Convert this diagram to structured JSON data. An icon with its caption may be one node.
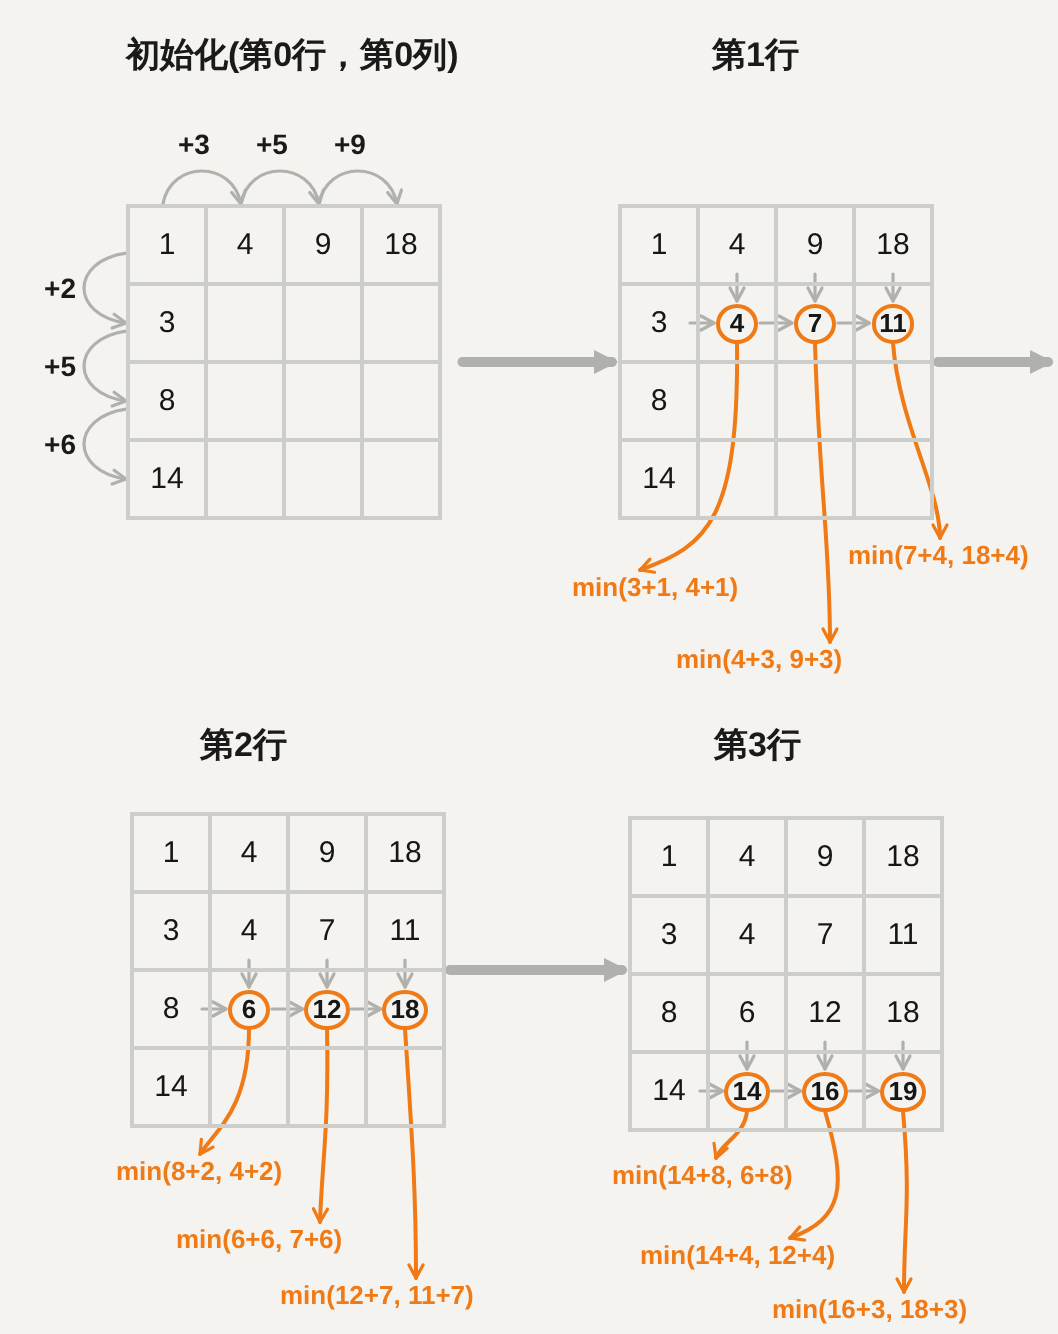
{
  "diagram": {
    "nodes": [
      {
        "text": [
          "初始化(第0行，第0列)"
        ]
      },
      {
        "text": [
          "1"
        ],
        "in": 0
      },
      {
        "text": [
          "4"
        ],
        "in": 0
      },
      {
        "text": [
          "9"
        ],
        "in": 0
      },
      {
        "text": [
          "18"
        ],
        "in": 0
      },
      {
        "text": [
          "3"
        ],
        "in": 0
      },
      {
        "text": [
          "8"
        ],
        "in": 0
      },
      {
        "text": [
          "14"
        ],
        "in": 0
      },
      {
        "text": [
          "第1行"
        ]
      },
      {
        "text": [
          "1"
        ],
        "in": 8
      },
      {
        "text": [
          "4"
        ],
        "in": 8
      },
      {
        "text": [
          "9"
        ],
        "in": 8
      },
      {
        "text": [
          "18"
        ],
        "in": 8
      },
      {
        "text": [
          "3"
        ],
        "in": 8
      },
      {
        "text": [],
        "shape": "box",
        "in": 8
      },
      {
        "text": [
          "4"
        ],
        "in": 14
      },
      {
        "text": [],
        "shape": "box",
        "in": 8
      },
      {
        "text": [
          "7"
        ],
        "in": 16
      },
      {
        "text": [],
        "shape": "box",
        "in": 8
      },
      {
        "text": [
          "11"
        ],
        "in": 18
      },
      {
        "text": [
          "8"
        ],
        "in": 8
      },
      {
        "text": [
          "14"
        ],
        "in": 8
      },
      {
        "text": [
          "min(3+1, 4+1)"
        ]
      },
      {
        "text": [
          "min(4+3, 9+3)"
        ]
      },
      {
        "text": [
          "min(7+4, 18+4)"
        ]
      },
      {
        "text": [
          "第2行"
        ]
      },
      {
        "text": [
          "1"
        ],
        "in": 25
      },
      {
        "text": [
          "4"
        ],
        "in": 25
      },
      {
        "text": [
          "9"
        ],
        "in": 25
      },
      {
        "text": [
          "18"
        ],
        "in": 25
      },
      {
        "text": [
          "3"
        ],
        "in": 25
      },
      {
        "text": [
          "4"
        ],
        "in": 25
      },
      {
        "text": [
          "7"
        ],
        "in": 25
      },
      {
        "text": [
          "11"
        ],
        "in": 25
      },
      {
        "text": [
          "8"
        ],
        "in": 25
      },
      {
        "text": [],
        "shape": "box",
        "in": 25
      },
      {
        "text": [
          "6"
        ],
        "in": 35
      },
      {
        "text": [],
        "shape": "box",
        "in": 25
      },
      {
        "text": [
          "12"
        ],
        "in": 37
      },
      {
        "text": [],
        "shape": "box",
        "in": 25
      },
      {
        "text": [
          "18"
        ],
        "in": 39
      },
      {
        "text": [
          "14"
        ],
        "in": 25
      },
      {
        "text": [
          "min(8+2, 4+2)"
        ]
      },
      {
        "text": [
          "min(6+6, 7+6)"
        ]
      },
      {
        "text": [
          "min(12+7, 11+7)"
        ]
      },
      {
        "text": [
          "第3行"
        ]
      },
      {
        "text": [
          "1"
        ],
        "in": 45
      },
      {
        "text": [
          "4"
        ],
        "in": 45
      },
      {
        "text": [
          "9"
        ],
        "in": 45
      },
      {
        "text": [
          "18"
        ],
        "in": 45
      },
      {
        "text": [
          "3"
        ],
        "in": 45
      },
      {
        "text": [
          "4"
        ],
        "in": 45
      },
      {
        "text": [
          "7"
        ],
        "in": 45
      },
      {
        "text": [
          "11"
        ],
        "in": 45
      },
      {
        "text": [
          "8"
        ],
        "in": 45
      },
      {
        "text": [
          "6"
        ],
        "in": 45
      },
      {
        "text": [
          "12"
        ],
        "in": 45
      },
      {
        "text": [
          "18"
        ],
        "in": 45
      },
      {
        "text": [
          "14"
        ],
        "in": 45
      },
      {
        "text": [],
        "shape": "box",
        "in": 45
      },
      {
        "text": [
          "14"
        ],
        "in": 59
      },
      {
        "text": [],
        "shape": "box",
        "in": 45
      },
      {
        "text": [
          "16"
        ],
        "in": 61
      },
      {
        "text": [],
        "shape": "box",
        "in": 45
      },
      {
        "text": [
          "19"
        ],
        "in": 63
      },
      {
        "text": [
          "min(14+8, 6+8)"
        ]
      },
      {
        "text": [
          "min(14+4, 12+4)"
        ]
      },
      {
        "text": [
          "min(16+3, 18+3)"
        ]
      }
    ],
    "edges": [
      {
        "from": 1,
        "to": 2,
        "arrow": "to",
        "label": "+3"
      },
      {
        "from": 2,
        "to": 3,
        "arrow": "to",
        "label": "+5"
      },
      {
        "from": 3,
        "to": 4,
        "arrow": "to",
        "label": "+9"
      },
      {
        "from": 1,
        "to": 5,
        "arrow": "to",
        "label": "+2"
      },
      {
        "from": 5,
        "to": 6,
        "arrow": "to",
        "label": "+5"
      },
      {
        "from": 6,
        "to": 7,
        "arrow": "to",
        "label": "+6"
      },
      {
        "from": 0,
        "to": 8,
        "arrow": "to",
        "style": "thick"
      },
      {
        "from": 10,
        "to": 15,
        "arrow": "to"
      },
      {
        "from": 11,
        "to": 17,
        "arrow": "to"
      },
      {
        "from": 12,
        "to": 19,
        "arrow": "to"
      },
      {
        "from": 13,
        "to": 15,
        "arrow": "to"
      },
      {
        "from": 15,
        "to": 17,
        "arrow": "to"
      },
      {
        "from": 17,
        "to": 19,
        "arrow": "to"
      },
      {
        "from": 15,
        "to": 22,
        "arrow": "to",
        "color": "#f07a16"
      },
      {
        "from": 17,
        "to": 23,
        "arrow": "to",
        "color": "#f07a16"
      },
      {
        "from": 19,
        "to": 24,
        "arrow": "to",
        "color": "#f07a16"
      },
      {
        "from": 8,
        "to": null,
        "arrow": "to",
        "style": "thick"
      },
      {
        "from": 31,
        "to": 36,
        "arrow": "to"
      },
      {
        "from": 32,
        "to": 38,
        "arrow": "to"
      },
      {
        "from": 33,
        "to": 40,
        "arrow": "to"
      },
      {
        "from": 34,
        "to": 36,
        "arrow": "to"
      },
      {
        "from": 36,
        "to": 38,
        "arrow": "to"
      },
      {
        "from": 38,
        "to": 40,
        "arrow": "to"
      },
      {
        "from": 36,
        "to": 42,
        "arrow": "to",
        "color": "#f07a16"
      },
      {
        "from": 38,
        "to": 43,
        "arrow": "to",
        "color": "#f07a16"
      },
      {
        "from": 40,
        "to": 44,
        "arrow": "to",
        "color": "#f07a16"
      },
      {
        "from": 25,
        "to": 45,
        "arrow": "to",
        "style": "thick"
      },
      {
        "from": 55,
        "to": 60,
        "arrow": "to"
      },
      {
        "from": 56,
        "to": 62,
        "arrow": "to"
      },
      {
        "from": 57,
        "to": 64,
        "arrow": "to"
      },
      {
        "from": 58,
        "to": 60,
        "arrow": "to"
      },
      {
        "from": 60,
        "to": 62,
        "arrow": "to"
      },
      {
        "from": 62,
        "to": 64,
        "arrow": "to"
      },
      {
        "from": 60,
        "to": 65,
        "arrow": "to",
        "color": "#f07a16"
      },
      {
        "from": 62,
        "to": 66,
        "arrow": "to",
        "color": "#f07a16"
      },
      {
        "from": 64,
        "to": 67,
        "arrow": "to",
        "color": "#f07a16"
      }
    ]
  }
}
